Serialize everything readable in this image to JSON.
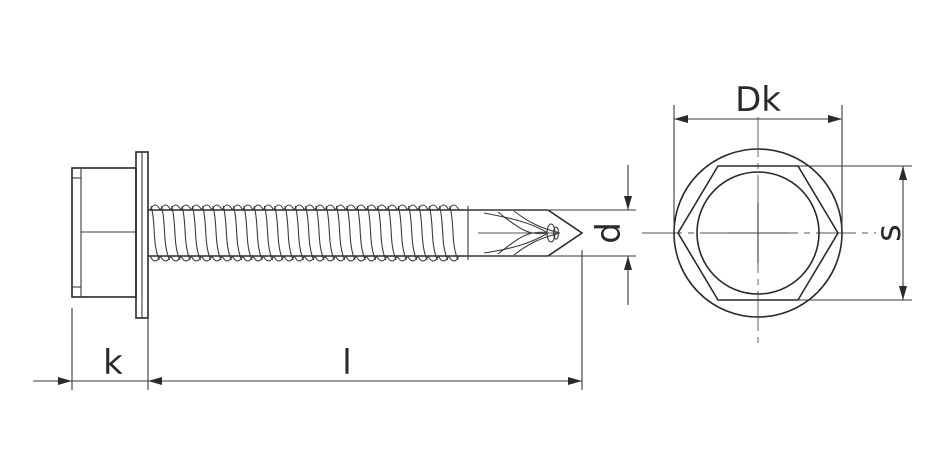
{
  "diagram": {
    "labels": {
      "k": "k",
      "l": "l",
      "d": "d",
      "dk": "Dk",
      "s": "s"
    },
    "colors": {
      "line": "#2a2a2a",
      "background": "#ffffff"
    }
  }
}
